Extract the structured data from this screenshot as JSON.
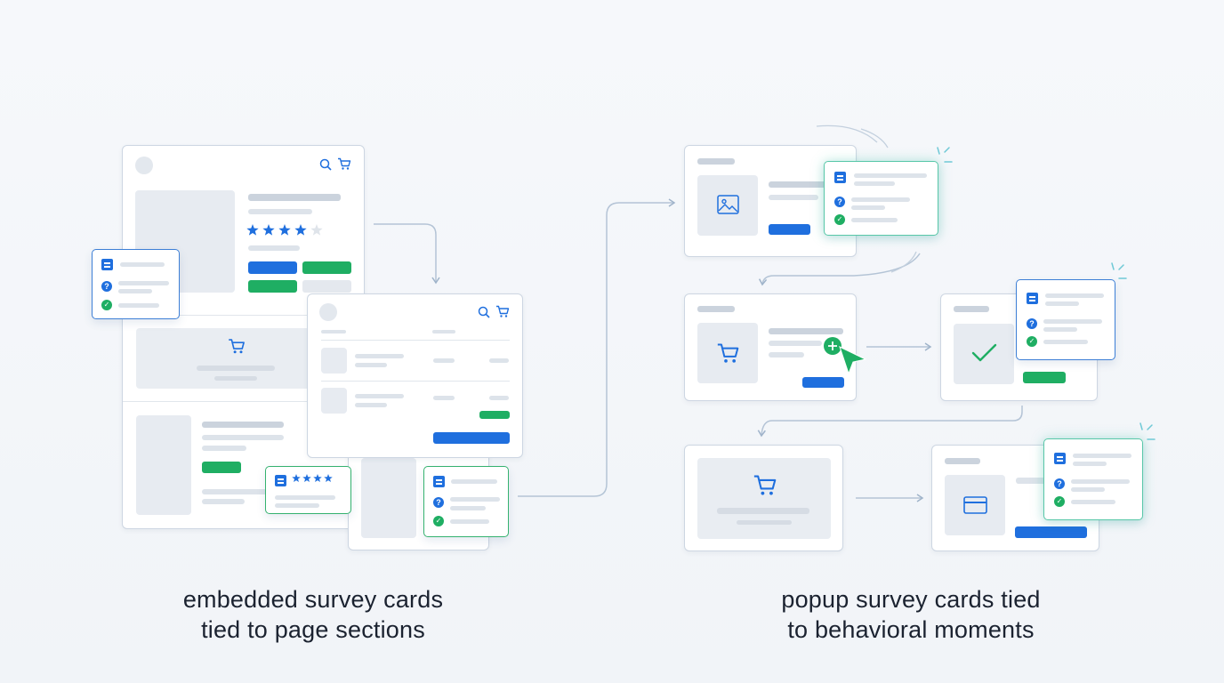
{
  "captions": {
    "left": {
      "line1": "embedded survey cards",
      "line2": "tied to page sections"
    },
    "right": {
      "line1": "popup survey cards tied",
      "line2": "to behavioral moments"
    }
  },
  "icons": {
    "search": "search-icon",
    "cart": "cart-icon",
    "image": "image-icon",
    "check": "check-icon",
    "credit_card": "credit-card-icon",
    "survey": "survey-list-icon",
    "question": "?",
    "star": "★"
  },
  "product_rating_stars": {
    "filled": 4,
    "total": 5
  },
  "mini_rating_stars": {
    "filled": 4,
    "total": 4
  },
  "colors": {
    "accent_blue": "#1f6fde",
    "accent_green": "#1fae63",
    "card_border": "#cdd6e2",
    "placeholder": "#e7ebf1",
    "connector": "#aebfd2"
  }
}
